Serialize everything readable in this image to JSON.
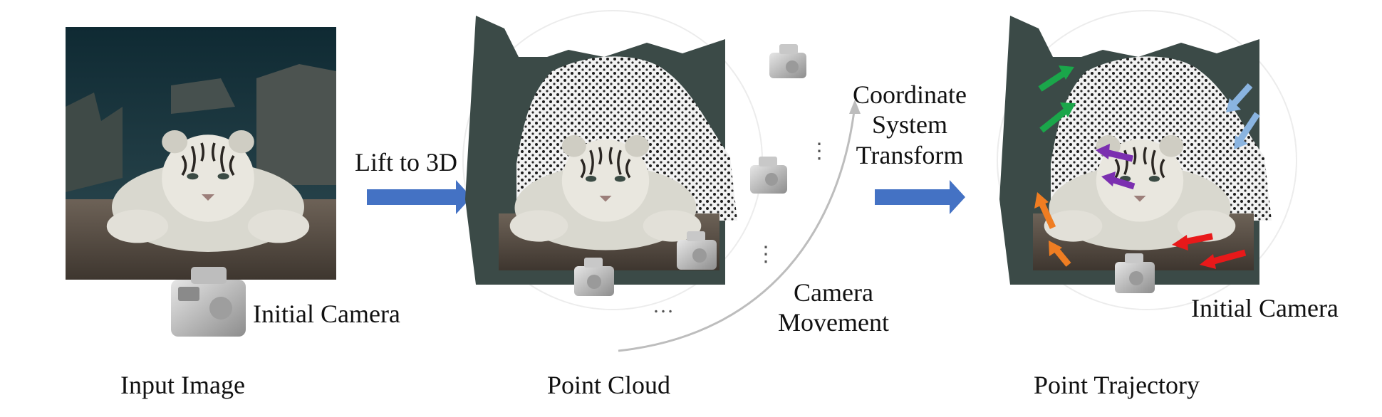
{
  "labels": {
    "lift": "Lift to 3D",
    "coord_line1": "Coordinate",
    "coord_line2": "System",
    "coord_line3": "Transform",
    "camera_move_line1": "Camera",
    "camera_move_line2": "Movement",
    "initial_camera_left": "Initial Camera",
    "initial_camera_right": "Initial Camera",
    "ellipsis_1": "⋮",
    "ellipsis_2": "⋮",
    "ellipsis_3": "…"
  },
  "panels": {
    "input": {
      "caption": "Input Image"
    },
    "cloud": {
      "caption": "Point Cloud"
    },
    "trajectory": {
      "caption": "Point Trajectory"
    }
  },
  "arrows": {
    "flow_color": "#4472c4",
    "trajectory_colors": [
      "#1aa64a",
      "#8ab4e0",
      "#7b2fb0",
      "#ef7d22",
      "#e8191a"
    ]
  },
  "icons": {
    "camera": "camera-icon",
    "point_cloud": "point-cloud-image",
    "photo": "tiger-photo"
  }
}
